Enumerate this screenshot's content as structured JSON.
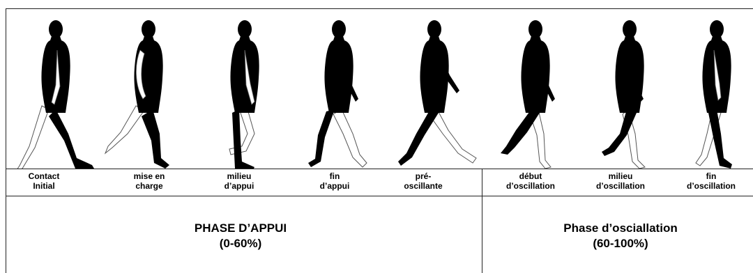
{
  "phases": [
    {
      "label_line1": "Contact",
      "label_line2": "Initial"
    },
    {
      "label_line1": "mise en",
      "label_line2": "charge"
    },
    {
      "label_line1": "milieu",
      "label_line2": "d’appui"
    },
    {
      "label_line1": "fin",
      "label_line2": "d’appui"
    },
    {
      "label_line1": "pré-",
      "label_line2": "oscillante"
    },
    {
      "label_line1": "début",
      "label_line2": "d’oscillation"
    },
    {
      "label_line1": "milieu",
      "label_line2": "d’oscillation"
    },
    {
      "label_line1": "fin",
      "label_line2": "d’oscillation"
    }
  ],
  "groups": {
    "stance": {
      "title": "PHASE D’APPUI",
      "range": "(0-60%)"
    },
    "swing": {
      "title": "Phase d’osciallation",
      "range": "(60-100%)"
    }
  },
  "colors": {
    "figure": "#000000",
    "ghost_leg": "#ffffff",
    "lines": "#222222"
  }
}
